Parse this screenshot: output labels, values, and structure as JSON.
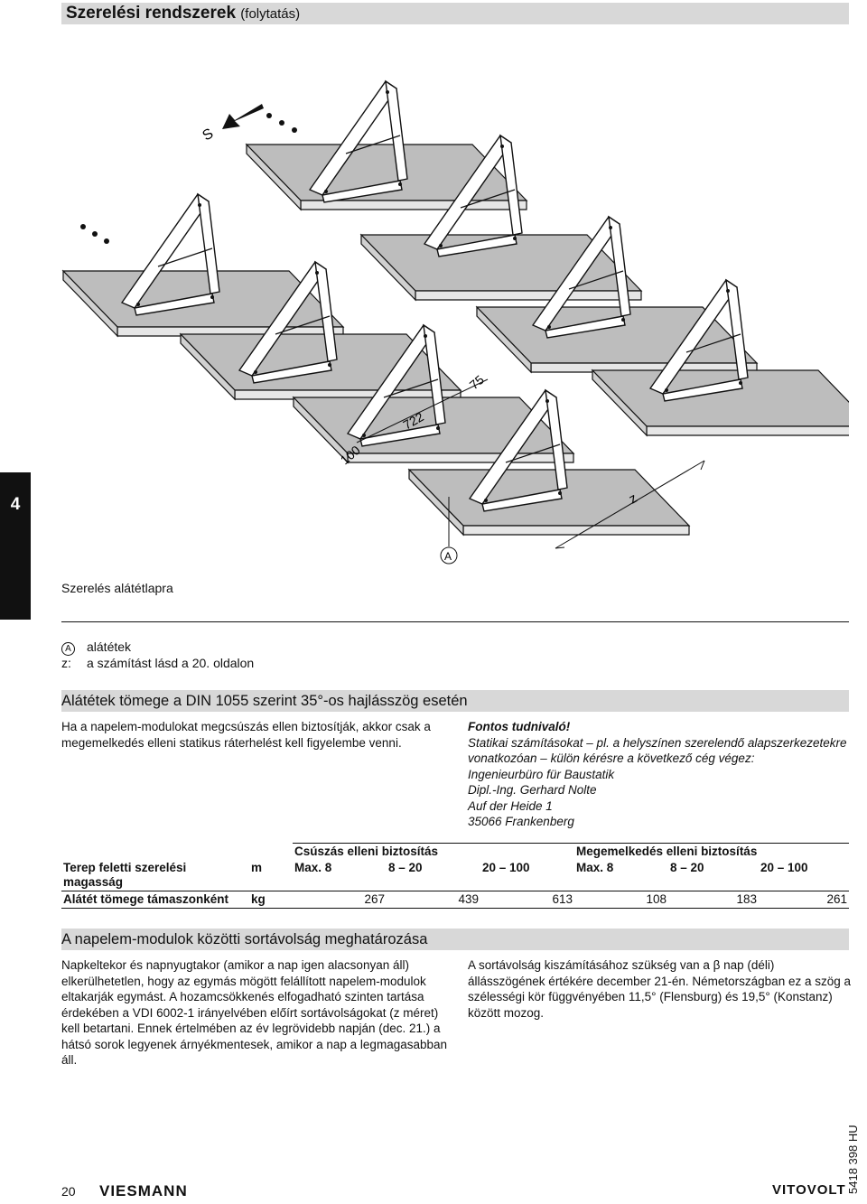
{
  "header": {
    "title": "Szerelési rendszerek",
    "subtitle": "(folytatás)"
  },
  "side_tab": "4",
  "figure": {
    "caption": "Szerelés alátétlapra",
    "labels": {
      "south": "S",
      "dim1": "100",
      "dim2": "722",
      "dim3": "75",
      "z": "z",
      "a": "A"
    }
  },
  "legend": [
    {
      "key": "A",
      "text": "alátétek"
    },
    {
      "key": "z:",
      "text": "a számítást lásd a  20. oldalon"
    }
  ],
  "section1": {
    "title": "Alátétek tömege a DIN 1055 szerint 35°-os hajlásszög esetén",
    "paragraph": "Ha a napelem-modulokat megcsúszás ellen biztosítják, akkor csak a megemelkedés elleni statikus ráterhelést kell figyelembe venni.",
    "note": {
      "heading": "Fontos tudnivaló!",
      "lines": [
        "Statikai számításokat – pl. a helyszínen szerelendő alapszerkezetekre vonatkozóan – külön kérésre a következő cég végez:",
        "Ingenieurbüro für Baustatik",
        "Dipl.-Ing. Gerhard Nolte",
        "Auf der Heide 1",
        "35066 Frankenberg"
      ]
    }
  },
  "table": {
    "group_headers": [
      "Csúszás elleni biztosítás",
      "Megemelkedés elleni biztosítás"
    ],
    "row1": {
      "label": "Terep feletti szerelési magasság",
      "unit": "m",
      "values": [
        "Max. 8",
        "8 – 20",
        "20 – 100",
        "Max. 8",
        "8 – 20",
        "20 – 100"
      ]
    },
    "row2": {
      "label": "Alátét tömege támaszonként",
      "unit": "kg",
      "values": [
        "267",
        "439",
        "613",
        "108",
        "183",
        "261"
      ]
    }
  },
  "section2": {
    "title": "A napelem-modulok közötti sortávolság meghatározása",
    "left": "Napkeltekor és napnyugtakor (amikor a nap igen alacsonyan áll) elkerülhetetlen, hogy az egymás mögött felállított napelem-modulok eltakarják egymást. A hozamcsökkenés elfogadható szinten tartása érdekében a VDI 6002-1 irányelvében előírt sortávolságokat (z méret) kell betartani. Ennek értelmében az év legrövidebb napján (dec. 21.) a hátsó sorok legyenek árnyékmentesek, amikor a nap a legmagasabban áll.",
    "right": "A sortávolság kiszámításához szükség van a β nap (déli) állásszögének értékére december 21-én. Németországban ez a szög a szélességi kör függvényében 11,5° (Flensburg) és 19,5° (Konstanz) között mozog."
  },
  "footer": {
    "page": "20",
    "brand_left": "VIESMANN",
    "brand_right": "VITOVOLT",
    "doc_number": "5418 398 HU"
  }
}
